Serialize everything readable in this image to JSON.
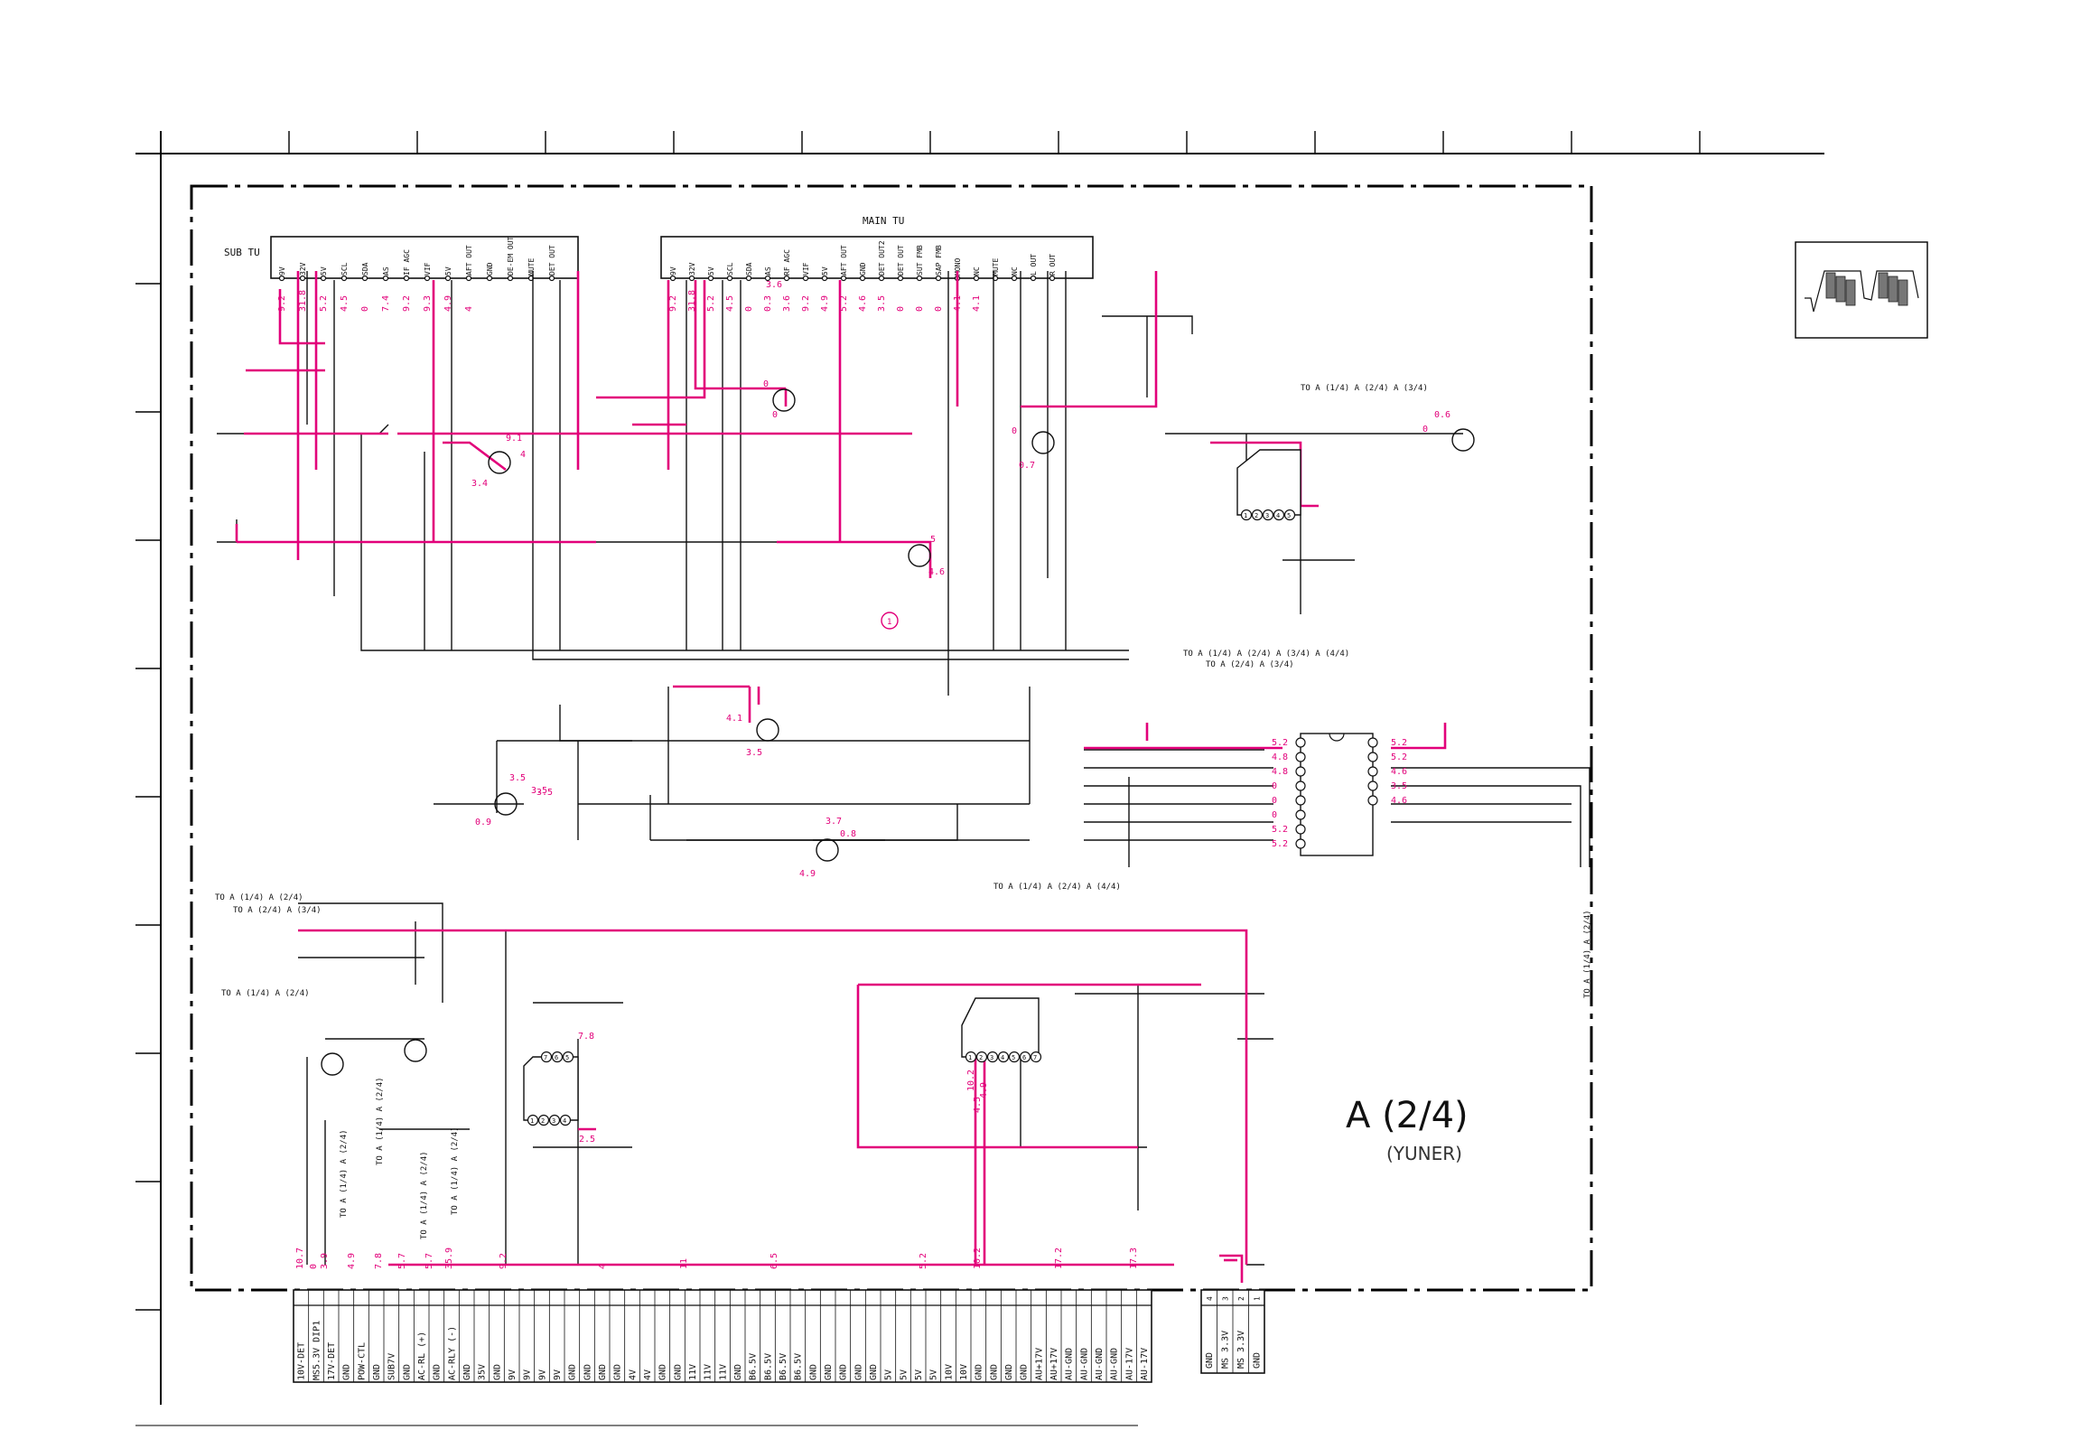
{
  "board": {
    "title": "A (2/4)",
    "subtitle": "(YUNER)"
  },
  "sub_tuner": {
    "label": "SUB TU",
    "pins": [
      "9V",
      "32V",
      "5V",
      "SCL",
      "SDA",
      "AS",
      "IF AGC",
      "VIF",
      "5V",
      "AFT OUT",
      "GND",
      "DE-EM OUT",
      "MUTE",
      "DET OUT"
    ],
    "voltages": [
      "9.2",
      "31.8",
      "5.2",
      "4.5",
      "0",
      "7.4",
      "9.2",
      "9.3",
      "4.9",
      "4"
    ]
  },
  "main_tuner": {
    "label": "MAIN TU",
    "pins": [
      "9V",
      "32V",
      "5V",
      "SCL",
      "SDA",
      "AS",
      "RF AGC",
      "VIF",
      "5V",
      "AFT OUT",
      "GND",
      "DET OUT2",
      "DET OUT",
      "SUT FMB",
      "SAP FMB",
      "MONO",
      "NC",
      "MUTE",
      "NC",
      "L OUT",
      "R OUT"
    ],
    "voltages": [
      "9.2",
      "31.8",
      "5.2",
      "4.5",
      "0",
      "0.3",
      "3.6",
      "9.2",
      "4.9",
      "5.2",
      "4.6",
      "3.5",
      "0",
      "0",
      "0",
      "4.1",
      "4.1"
    ]
  },
  "transistor_voltages": [
    "3.6",
    "0",
    "0",
    "9.1",
    "4",
    "3.4",
    "0",
    "0.7",
    "0.6",
    "0",
    "5",
    "4.6",
    "4.1",
    "3.5",
    "3.5",
    "3.5",
    "0.9",
    "3.5",
    "3.7",
    "0.8",
    "4.9",
    "7.8",
    "2.5",
    "4.5",
    "10.2",
    "4.9"
  ],
  "ic_right_left_voltages": [
    "5.2",
    "4.8",
    "4.8",
    "0",
    "0",
    "0",
    "5.2",
    "5.2"
  ],
  "ic_right_right_voltages": [
    "5.2",
    "5.2",
    "4.6",
    "3.5",
    "4.6"
  ],
  "cross_refs": [
    "TO A (1/4) A (2/4) A (3/4)",
    "TO A (1/4) A (2/4) A (3/4) A (4/4)",
    "TO A (2/4) A (3/4)",
    "TO A (1/4) A (2/4) A (4/4)",
    "TO A (1/4) A (2/4)",
    "TO A (2/4) A (3/4)",
    "TO A (1/4) A (2/4)",
    "TO A (1/4) A (2/4)",
    "TO A (1/4) A (2/4)",
    "TO A (1/4) A (2/4)",
    "TO A (1/4) A (2/4)",
    "TO A (1/4) A (2/4)"
  ],
  "connector_voltages": [
    "10.7",
    "0",
    "3.9",
    "4.9",
    "7.8",
    "5.7",
    "5.7",
    "35.9",
    "9.2",
    "4",
    "11",
    "6.5",
    "5.2",
    "10.2",
    "17.2",
    "17.3"
  ],
  "connector_pins": [
    "10V-DET",
    "MS5.3V DIP1",
    "17V-DET",
    "GND",
    "POW-CTL",
    "GND",
    "SUB7V",
    "GND",
    "AC-RL (+)",
    "GND",
    "AC-RLY (-)",
    "GND",
    "35V",
    "GND",
    "9V",
    "9V",
    "9V",
    "9V",
    "GND",
    "GND",
    "GND",
    "GND",
    "4V",
    "4V",
    "GND",
    "GND",
    "11V",
    "11V",
    "11V",
    "GND",
    "B6.5V",
    "B6.5V",
    "B6.5V",
    "B6.5V",
    "GND",
    "GND",
    "GND",
    "GND",
    "GND",
    "5V",
    "5V",
    "5V",
    "5V",
    "10V",
    "10V",
    "GND",
    "GND",
    "GND",
    "GND",
    "AU+17V",
    "AU+17V",
    "AU-GND",
    "AU-GND",
    "AU-GND",
    "AU-GND",
    "AU-17V",
    "AU-17V"
  ],
  "small_connector_pins": [
    "GND",
    "MS 3.3V",
    "MS 3.3V",
    "GND"
  ],
  "small_connector_numbers": [
    "4",
    "3",
    "2",
    "1"
  ],
  "ic_pin_numbers_5": [
    "1",
    "2",
    "3",
    "4",
    "5"
  ],
  "ic_pin_numbers_7": [
    "1",
    "2",
    "3",
    "4",
    "5",
    "6",
    "7"
  ],
  "ic_pin_numbers_small_top": [
    "7",
    "6",
    "5"
  ],
  "ic_pin_numbers_small_bottom": [
    "1",
    "2",
    "3",
    "4"
  ]
}
